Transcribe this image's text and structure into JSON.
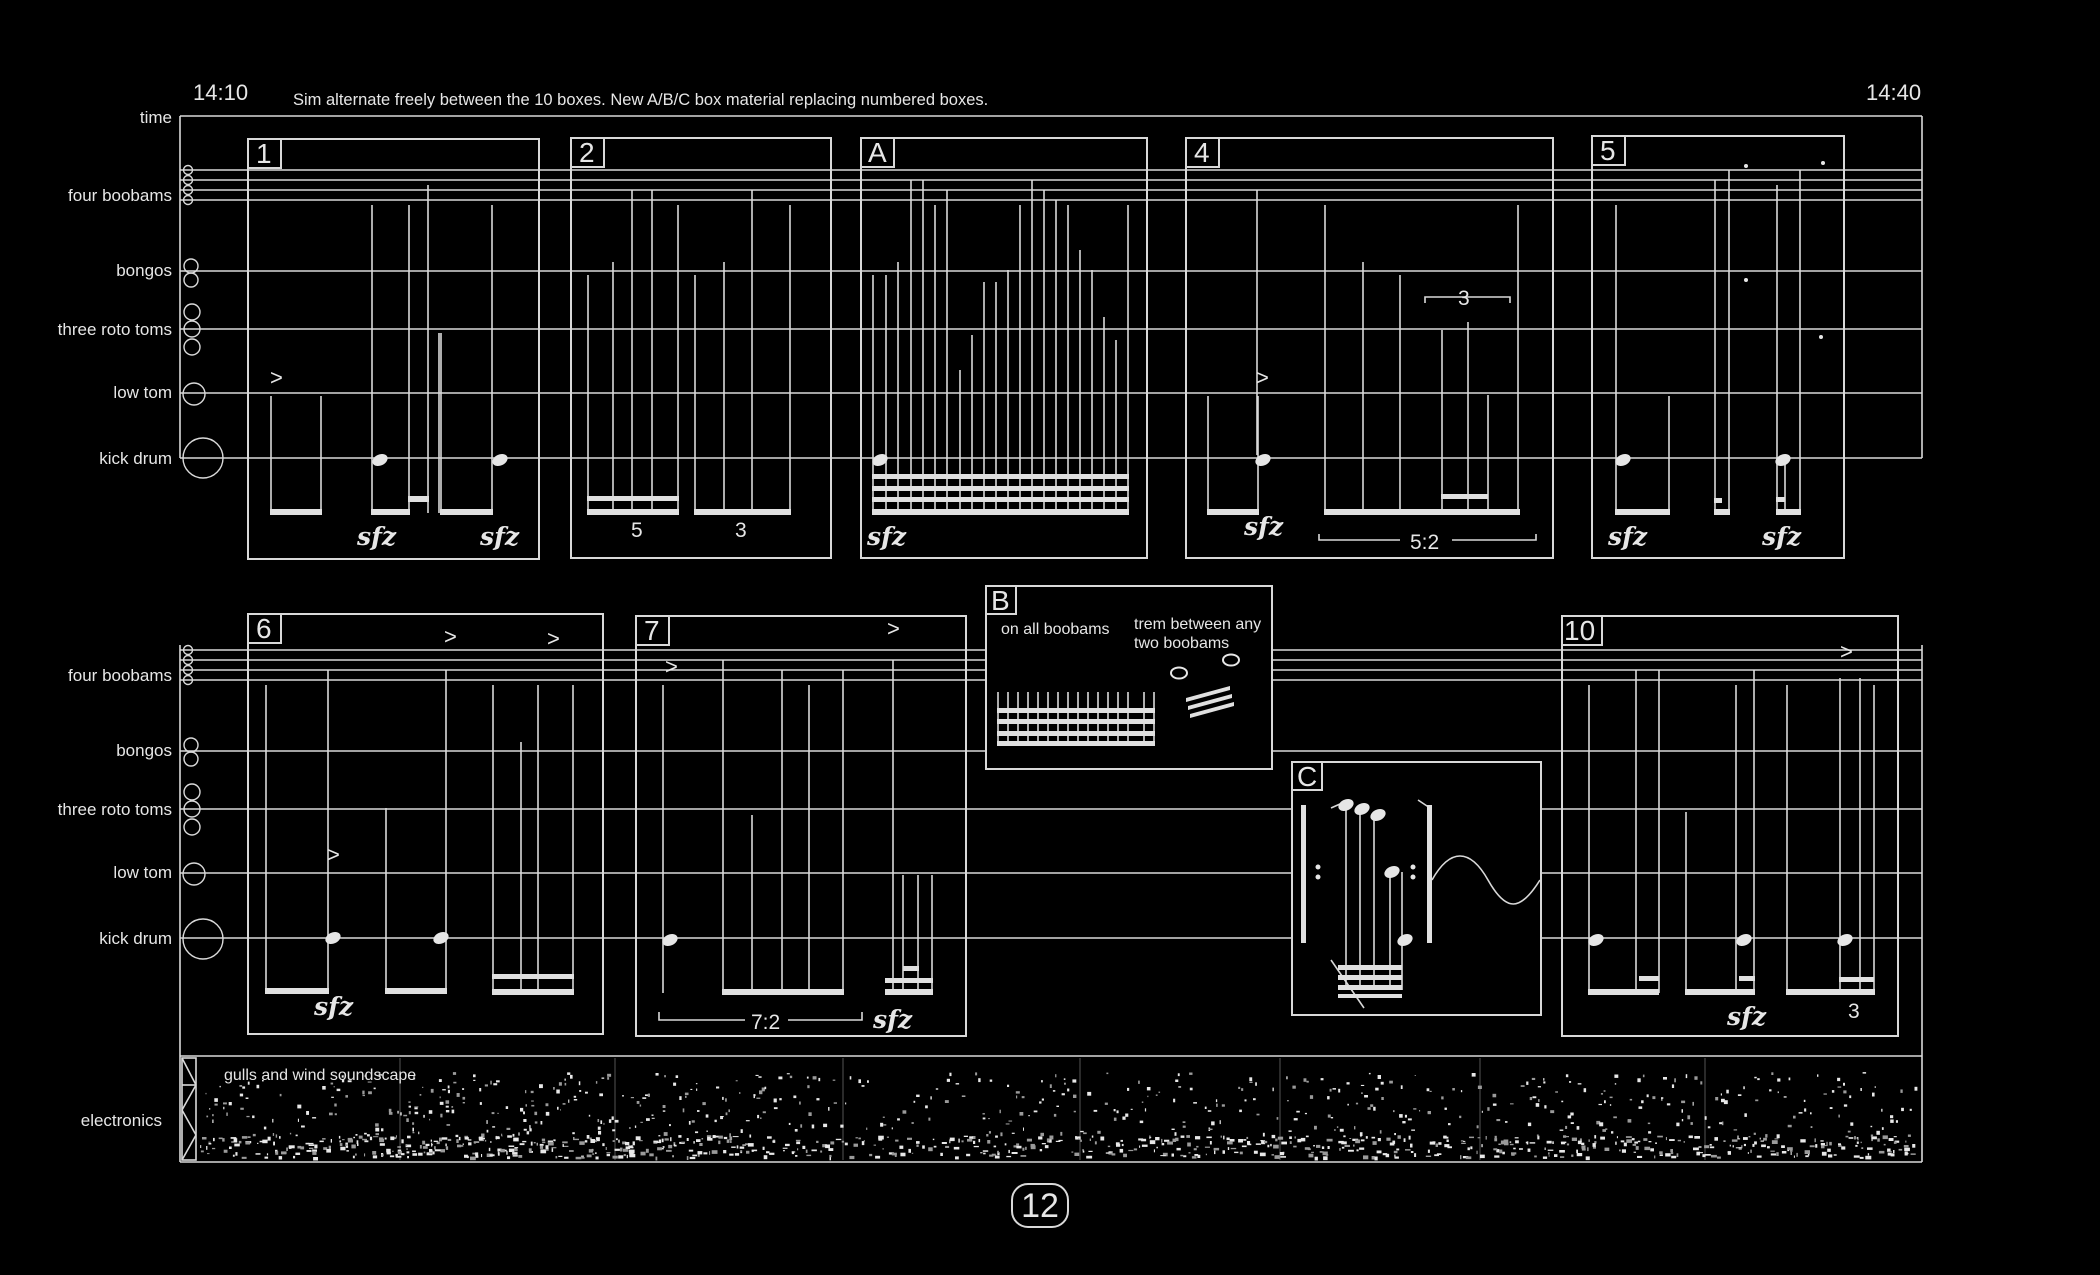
{
  "header": {
    "time_start": "14:10",
    "time_end": "14:40",
    "instruction": "Sim alternate freely between the 10 boxes. New A/B/C box material replacing numbered boxes."
  },
  "instruments": {
    "time": "time",
    "boobams": "four boobams",
    "bongos": "bongos",
    "roto_toms": "three roto toms",
    "low_tom": "low tom",
    "kick": "kick drum",
    "electronics": "electronics"
  },
  "boxes": {
    "b1": "1",
    "b2": "2",
    "bA": "A",
    "b4": "4",
    "b5": "5",
    "b6": "6",
    "b7": "7",
    "bB": "B",
    "bC": "C",
    "b10": "10"
  },
  "dynamic": "sfz",
  "accent": ">",
  "tuplets": {
    "t5": "5",
    "t3a": "3",
    "t3b": "3",
    "t52": "5:2",
    "t72": "7:2",
    "t3c": "3"
  },
  "box_b": {
    "note1": "on all boobams",
    "note2_line1": "trem between any",
    "note2_line2": "two boobams"
  },
  "electronics": {
    "label": "gulls and wind soundscape"
  },
  "page_number": "12"
}
